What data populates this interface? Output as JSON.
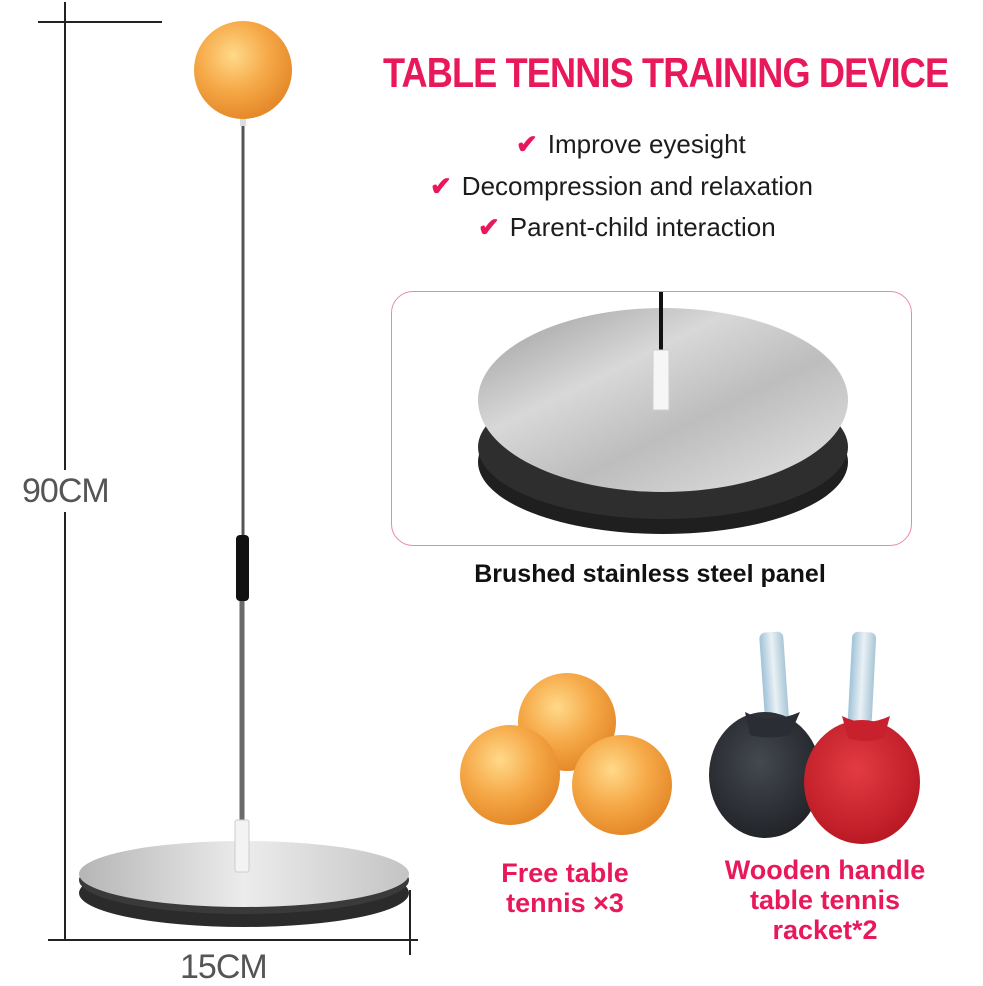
{
  "title": "TABLE TENNIS TRAINING DEVICE",
  "features": [
    "Improve eyesight",
    "Decompression and relaxation",
    "Parent-child interaction"
  ],
  "height_label": "90CM",
  "width_label": "15CM",
  "panel_caption": "Brushed stainless steel panel",
  "balls_caption": [
    "Free table",
    "tennis ×3"
  ],
  "racket_caption": [
    "Wooden handle",
    "table tennis",
    "racket*2"
  ],
  "colors": {
    "accent": "#e8185a",
    "ball_orange": "#f4a844",
    "steel": "#c9c9c9",
    "rubber_black": "#2a2d33",
    "rubber_red": "#c8202c"
  },
  "icons": [
    "check-icon"
  ]
}
